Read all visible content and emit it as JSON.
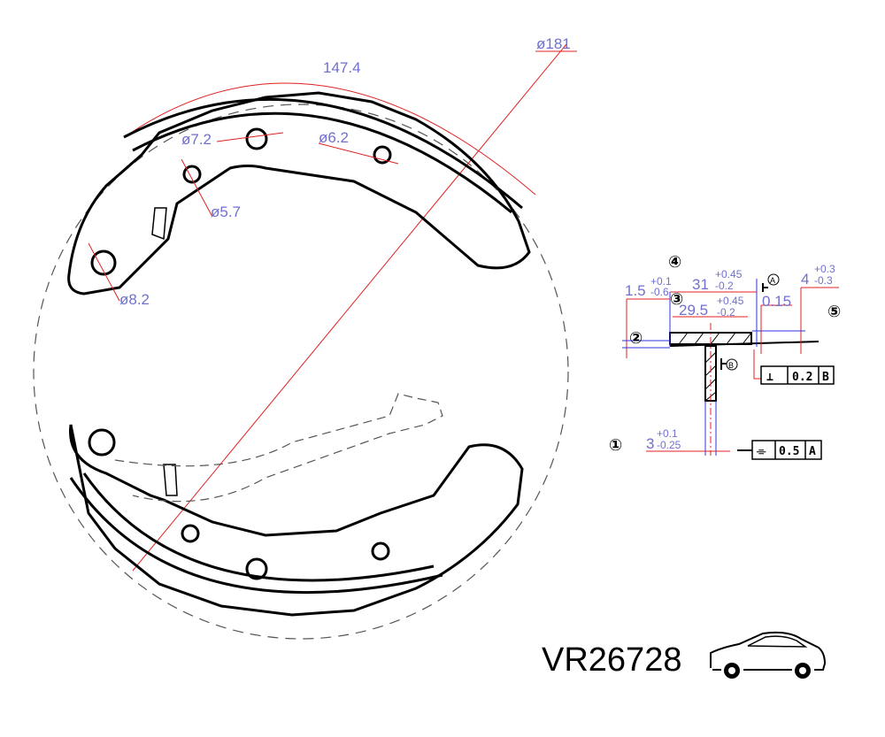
{
  "drawing": {
    "dimensions": {
      "arc_length": "147.4",
      "diameter_drum": "ø181",
      "hole_1": "ø7.2",
      "hole_2": "ø6.2",
      "hole_3": "ø5.7",
      "hole_4": "ø8.2"
    },
    "section": {
      "markers": [
        "④",
        "③",
        "②",
        "①",
        "⑤"
      ],
      "dim_31": {
        "nominal": "31",
        "upper": "+0.45",
        "lower": "-0.2"
      },
      "dim_29_5": {
        "nominal": "29.5",
        "upper": "+0.45",
        "lower": "-0.2"
      },
      "dim_1_5": {
        "nominal": "1.5",
        "upper": "+0.1",
        "lower": "-0.6"
      },
      "dim_4": {
        "nominal": "4",
        "upper": "+0.3",
        "lower": "-0.3"
      },
      "dim_0_15": "0.15",
      "dim_3": {
        "nominal": "3",
        "upper": "+0.1",
        "lower": "-0.25"
      },
      "datum_a": "A",
      "datum_b": "B",
      "perpendicularity": {
        "symbol": "⊥",
        "value": "0.2",
        "datum": "B"
      },
      "symmetry": {
        "symbol": "⌯",
        "value": "0.5",
        "datum": "A"
      }
    },
    "model_number": "VR26728",
    "vehicle_icon": "sedan-car-icon"
  }
}
